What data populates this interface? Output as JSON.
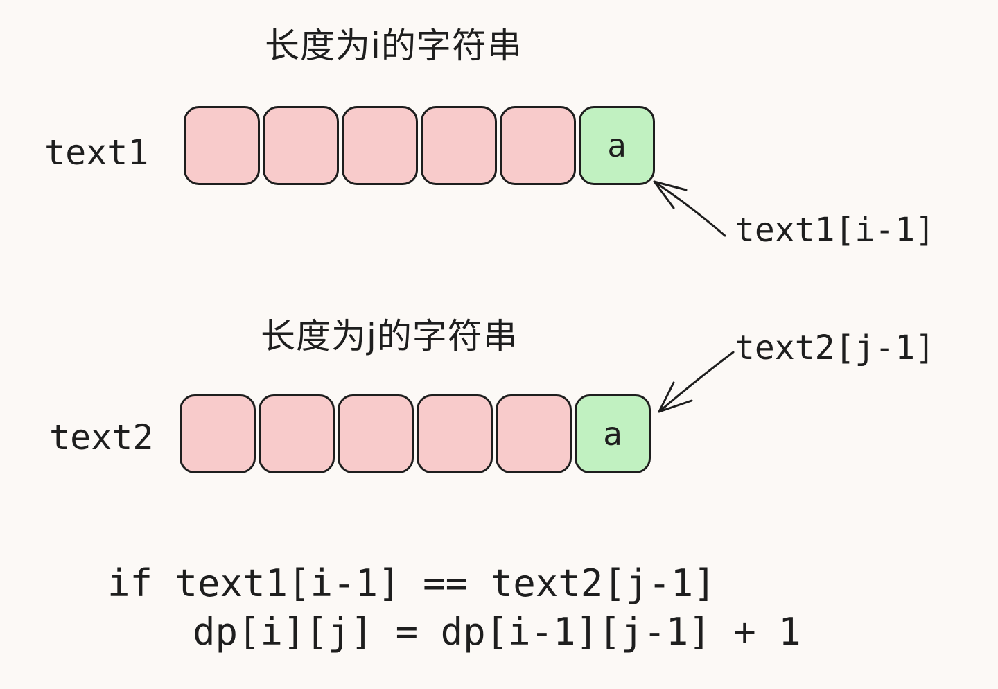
{
  "titles": {
    "first": "长度为i的字符串",
    "second": "长度为j的字符串"
  },
  "rows": [
    {
      "label": "text1",
      "cells": [
        "",
        "",
        "",
        "",
        "",
        "a"
      ],
      "pointer": "text1[i-1]"
    },
    {
      "label": "text2",
      "cells": [
        "",
        "",
        "",
        "",
        "",
        "a"
      ],
      "pointer": "text2[j-1]"
    }
  ],
  "code": {
    "line1": "if text1[i-1] == text2[j-1]",
    "line2": "dp[i][j] = dp[i-1][j-1] + 1"
  },
  "colors": {
    "cell_fill": "#f8cbcb",
    "highlight_fill": "#c1f1c1",
    "stroke": "#1e1e1e",
    "background": "#fcf9f6"
  }
}
